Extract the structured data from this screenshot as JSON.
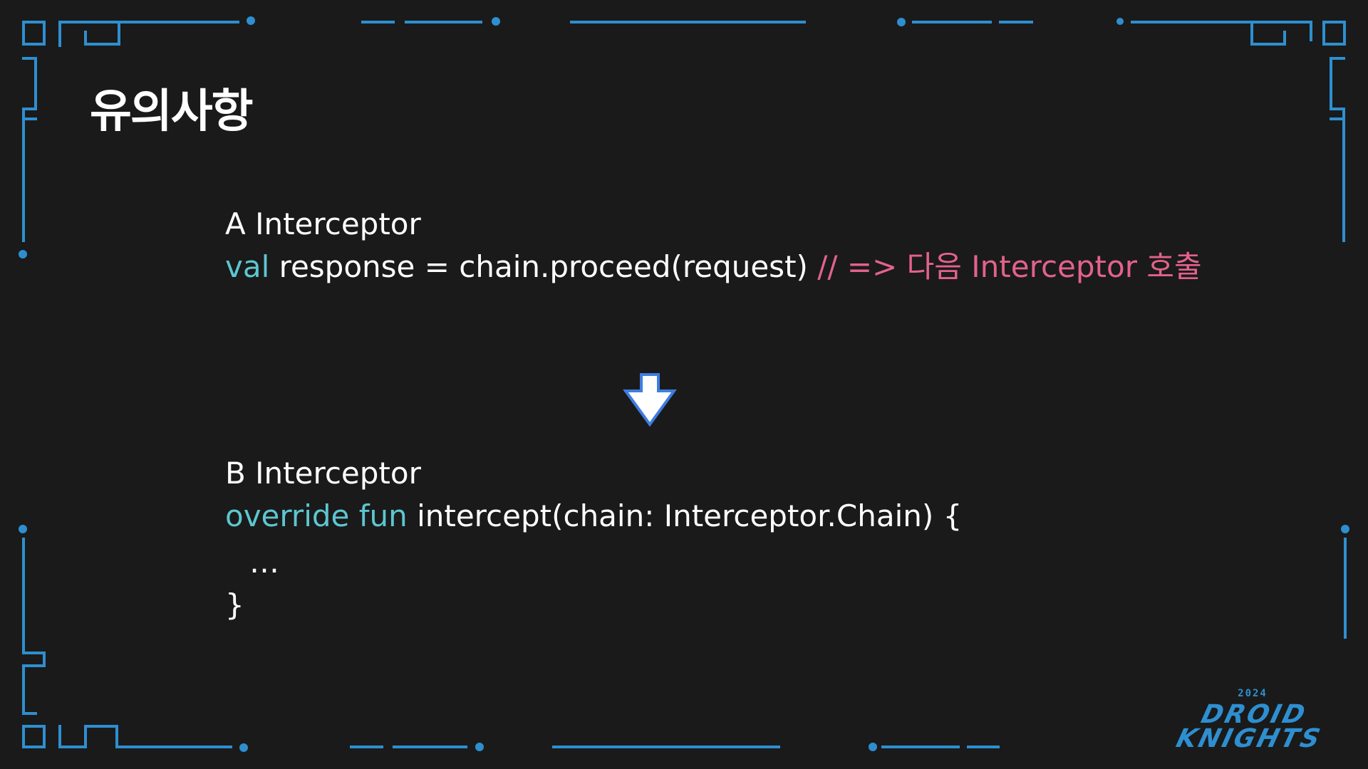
{
  "slide": {
    "title": "유의사항",
    "block_a": {
      "label": "A Interceptor",
      "line": {
        "keyword": "val",
        "code": " response = chain.proceed(request) ",
        "comment": "// => 다음 Interceptor 호출"
      }
    },
    "block_b": {
      "label": "B Interceptor",
      "signature": {
        "keyword": "override fun",
        "code": " intercept(chain: Interceptor.Chain) {"
      },
      "body": "…",
      "close": "}"
    }
  },
  "logo": {
    "year": "2024",
    "line1": "DROID",
    "line2": "KNIGHTS"
  },
  "colors": {
    "background": "#1a1a1a",
    "frame": "#2e8fd0",
    "keyword": "#5cc6d0",
    "comment": "#e3628c",
    "arrow_fill": "#ffffff",
    "arrow_stroke": "#3d7de0"
  },
  "icons": {
    "arrow": "arrow-down-icon"
  }
}
